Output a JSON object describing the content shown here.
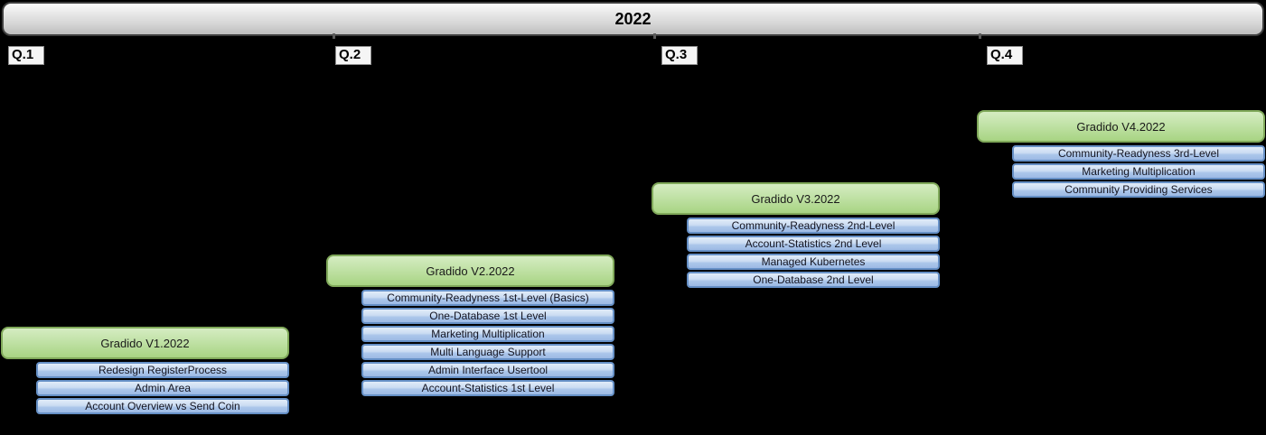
{
  "header": {
    "title": "2022"
  },
  "quarters": [
    {
      "label": "Q.1",
      "release": "Gradido V1.2022",
      "items": [
        "Redesign RegisterProcess",
        "Admin Area",
        "Account Overview vs Send Coin"
      ]
    },
    {
      "label": "Q.2",
      "release": "Gradido V2.2022",
      "items": [
        "Community-Readyness 1st-Level (Basics)",
        "One-Database 1st Level",
        "Marketing Multiplication",
        "Multi Language Support",
        "Admin Interface Usertool",
        "Account-Statistics 1st Level"
      ]
    },
    {
      "label": "Q.3",
      "release": "Gradido V3.2022",
      "items": [
        "Community-Readyness 2nd-Level",
        "Account-Statistics 2nd Level",
        "Managed Kubernetes",
        "One-Database 2nd Level"
      ]
    },
    {
      "label": "Q.4",
      "release": "Gradido V4.2022",
      "items": [
        "Community-Readyness 3rd-Level",
        "Marketing Multiplication",
        "Community Providing Services"
      ]
    }
  ],
  "colors": {
    "background": "#000000",
    "year_bar_top": "#fbfbfb",
    "year_bar_bottom": "#bdbdbd",
    "release_fill_top": "#d5ecc2",
    "release_fill_bottom": "#a8d483",
    "release_border": "#80a95a",
    "item_fill_top": "#e1ecf9",
    "item_fill_bottom": "#9dbae5",
    "item_border": "#6690c6",
    "quarter_label_bg": "#f5f5f5"
  }
}
